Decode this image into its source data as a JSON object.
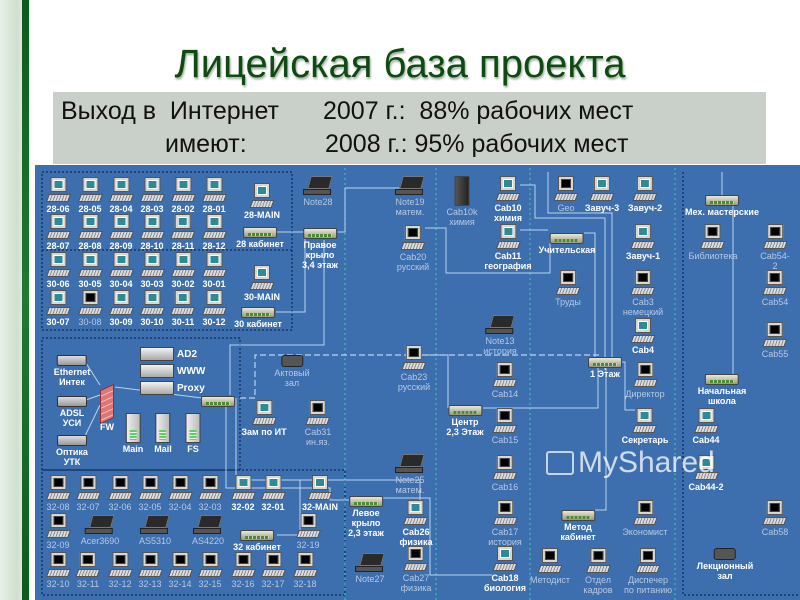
{
  "title": "Лицейская база проекта",
  "subtitle": {
    "line1_left": "Выход в  Интернет",
    "line1_right": "2007 г.:  88% рабочих мест",
    "line2_left": "имеют:",
    "line2_right": "2008 г.: 95% рабочих мест"
  },
  "colors": {
    "title": "#0f4a12",
    "diagram_bg": "#3d6fae",
    "panel_bg": "#c9cfc9",
    "strip": "#1f7a30"
  },
  "watermark": "MyShared",
  "nodes": [
    {
      "label": "28-06",
      "icon": "pc",
      "status": "on"
    },
    {
      "label": "28-05",
      "icon": "pc",
      "status": "on"
    },
    {
      "label": "28-04",
      "icon": "pc",
      "status": "on"
    },
    {
      "label": "28-03",
      "icon": "pc",
      "status": "on"
    },
    {
      "label": "28-02",
      "icon": "pc",
      "status": "on"
    },
    {
      "label": "28-01",
      "icon": "pc",
      "status": "on"
    },
    {
      "label": "28-07",
      "icon": "pc",
      "status": "on"
    },
    {
      "label": "28-08",
      "icon": "pc",
      "status": "on"
    },
    {
      "label": "28-09",
      "icon": "pc",
      "status": "on"
    },
    {
      "label": "28-10",
      "icon": "pc",
      "status": "on"
    },
    {
      "label": "28-11",
      "icon": "pc",
      "status": "on"
    },
    {
      "label": "28-12",
      "icon": "pc",
      "status": "on"
    },
    {
      "label": "30-06",
      "icon": "pc",
      "status": "on"
    },
    {
      "label": "30-05",
      "icon": "pc",
      "status": "on"
    },
    {
      "label": "30-04",
      "icon": "pc",
      "status": "on"
    },
    {
      "label": "30-03",
      "icon": "pc",
      "status": "on"
    },
    {
      "label": "30-02",
      "icon": "pc",
      "status": "on"
    },
    {
      "label": "30-01",
      "icon": "pc",
      "status": "on"
    },
    {
      "label": "30-07",
      "icon": "pc",
      "status": "on"
    },
    {
      "label": "30-08",
      "icon": "pc",
      "status": "off"
    },
    {
      "label": "30-09",
      "icon": "pc",
      "status": "on"
    },
    {
      "label": "30-10",
      "icon": "pc",
      "status": "on"
    },
    {
      "label": "30-11",
      "icon": "pc",
      "status": "on"
    },
    {
      "label": "30-12",
      "icon": "pc",
      "status": "on"
    },
    {
      "label": "28-MAIN",
      "icon": "pc",
      "status": "on"
    },
    {
      "label": "28 кабинет",
      "icon": "hub",
      "status": "on"
    },
    {
      "label": "30-MAIN",
      "icon": "pc",
      "status": "on"
    },
    {
      "label": "30 кабинет",
      "icon": "hub",
      "status": "on"
    },
    {
      "label": "Note28",
      "icon": "laptop",
      "status": "off"
    },
    {
      "label": "Правое\nкрыло\n3,4 этаж",
      "icon": "hub",
      "status": "on"
    },
    {
      "label": "Note19\nматем.",
      "icon": "laptop",
      "status": "off"
    },
    {
      "label": "Cab20\nрусский",
      "icon": "pc",
      "status": "off"
    },
    {
      "label": "Cab10k\nхимия",
      "icon": "tower-dark",
      "status": "off"
    },
    {
      "label": "Cab10\nхимия",
      "icon": "pc",
      "status": "on"
    },
    {
      "label": "Cab11\nгеография",
      "icon": "pc",
      "status": "on"
    },
    {
      "label": "Учительская",
      "icon": "hub",
      "status": "on"
    },
    {
      "label": "Труды",
      "icon": "pc",
      "status": "off"
    },
    {
      "label": "Geo",
      "icon": "pc",
      "status": "off"
    },
    {
      "label": "Завуч-3",
      "icon": "pc",
      "status": "on"
    },
    {
      "label": "Завуч-2",
      "icon": "pc",
      "status": "on"
    },
    {
      "label": "Завуч-1",
      "icon": "pc",
      "status": "on"
    },
    {
      "label": "Cab3\nнемецкий",
      "icon": "pc",
      "status": "off"
    },
    {
      "label": "Cab4",
      "icon": "pc",
      "status": "on"
    },
    {
      "label": "Мех. мастерские",
      "icon": "hub",
      "status": "on"
    },
    {
      "label": "Библиотека",
      "icon": "pc",
      "status": "off"
    },
    {
      "label": "Cab54-2",
      "icon": "pc",
      "status": "off"
    },
    {
      "label": "Cab54",
      "icon": "pc",
      "status": "off"
    },
    {
      "label": "Cab55",
      "icon": "pc",
      "status": "off"
    },
    {
      "label": "Note13\nистория",
      "icon": "laptop",
      "status": "off"
    },
    {
      "label": "Cab23\nрусский",
      "icon": "pc",
      "status": "off"
    },
    {
      "label": "Cab14",
      "icon": "pc",
      "status": "off"
    },
    {
      "label": "1 Этаж",
      "icon": "hub",
      "status": "on"
    },
    {
      "label": "Директор",
      "icon": "pc",
      "status": "off"
    },
    {
      "label": "Секретарь",
      "icon": "pc",
      "status": "on"
    },
    {
      "label": "Центр\n2,3 Этаж",
      "icon": "hub",
      "status": "on"
    },
    {
      "label": "Cab15",
      "icon": "pc",
      "status": "off"
    },
    {
      "label": "Начальная\nшкола",
      "icon": "hub",
      "status": "on"
    },
    {
      "label": "Cab44",
      "icon": "pc",
      "status": "on"
    },
    {
      "label": "Cab44-2",
      "icon": "pc",
      "status": "on"
    },
    {
      "label": "Note25\nматем.",
      "icon": "laptop",
      "status": "off"
    },
    {
      "label": "Cab16",
      "icon": "pc",
      "status": "off"
    },
    {
      "label": "Левое\nкрыло\n2,3 этаж",
      "icon": "hub",
      "status": "on"
    },
    {
      "label": "Cab26\nфизика",
      "icon": "pc",
      "status": "on"
    },
    {
      "label": "Cab17\nистория",
      "icon": "pc",
      "status": "off"
    },
    {
      "label": "Метод\nкабинет",
      "icon": "hub",
      "status": "on"
    },
    {
      "label": "Экономист",
      "icon": "pc",
      "status": "off"
    },
    {
      "label": "Cab58",
      "icon": "pc",
      "status": "off"
    },
    {
      "label": "Note27",
      "icon": "laptop",
      "status": "off"
    },
    {
      "label": "Cab27\nфизика",
      "icon": "pc",
      "status": "off"
    },
    {
      "label": "Cab18\nбиология",
      "icon": "pc",
      "status": "on"
    },
    {
      "label": "Методист",
      "icon": "pc",
      "status": "off"
    },
    {
      "label": "Отдел\nкадров",
      "icon": "pc",
      "status": "off"
    },
    {
      "label": "Диспечер\nпо питанию",
      "icon": "pc",
      "status": "off"
    },
    {
      "label": "Лекционный\nзал",
      "icon": "projector",
      "status": "on"
    },
    {
      "label": "Ethernet\nИнтек",
      "icon": "modem",
      "status": "on"
    },
    {
      "label": "ADSL\nУСИ",
      "icon": "modem",
      "status": "on"
    },
    {
      "label": "Оптика\nУТК",
      "icon": "modem",
      "status": "on"
    },
    {
      "label": "FW",
      "icon": "firewall",
      "status": "on"
    },
    {
      "label": "AD2",
      "icon": "rack",
      "status": "on"
    },
    {
      "label": "WWW",
      "icon": "rack",
      "status": "on"
    },
    {
      "label": "Proxy",
      "icon": "rack",
      "status": "on"
    },
    {
      "label": "Main",
      "icon": "tower",
      "status": "on"
    },
    {
      "label": "Mail",
      "icon": "tower",
      "status": "on"
    },
    {
      "label": "FS",
      "icon": "tower",
      "status": "on"
    },
    {
      "label": "",
      "icon": "hub",
      "status": "on"
    },
    {
      "label": "Актовый\nзал",
      "icon": "projector",
      "status": "off"
    },
    {
      "label": "Зам по ИТ",
      "icon": "pc",
      "status": "on"
    },
    {
      "label": "Cab31\nин.яз.",
      "icon": "pc",
      "status": "off"
    },
    {
      "label": "32-08",
      "icon": "pc",
      "status": "off"
    },
    {
      "label": "32-07",
      "icon": "pc",
      "status": "off"
    },
    {
      "label": "32-06",
      "icon": "pc",
      "status": "off"
    },
    {
      "label": "32-05",
      "icon": "pc",
      "status": "off"
    },
    {
      "label": "32-04",
      "icon": "pc",
      "status": "off"
    },
    {
      "label": "32-03",
      "icon": "pc",
      "status": "off"
    },
    {
      "label": "32-02",
      "icon": "pc",
      "status": "on"
    },
    {
      "label": "32-01",
      "icon": "pc",
      "status": "on"
    },
    {
      "label": "32-MAIN",
      "icon": "pc",
      "status": "on"
    },
    {
      "label": "32-09",
      "icon": "pc",
      "status": "off"
    },
    {
      "label": "Acer3690",
      "icon": "laptop",
      "status": "off"
    },
    {
      "label": "AS5310",
      "icon": "laptop",
      "status": "off"
    },
    {
      "label": "AS4220",
      "icon": "laptop",
      "status": "off"
    },
    {
      "label": "32 кабинет",
      "icon": "hub",
      "status": "on"
    },
    {
      "label": "32-19",
      "icon": "pc",
      "status": "off"
    },
    {
      "label": "32-10",
      "icon": "pc",
      "status": "off"
    },
    {
      "label": "32-11",
      "icon": "pc",
      "status": "off"
    },
    {
      "label": "32-12",
      "icon": "pc",
      "status": "off"
    },
    {
      "label": "32-13",
      "icon": "pc",
      "status": "off"
    },
    {
      "label": "32-14",
      "icon": "pc",
      "status": "off"
    },
    {
      "label": "32-15",
      "icon": "pc",
      "status": "off"
    },
    {
      "label": "32-16",
      "icon": "pc",
      "status": "off"
    },
    {
      "label": "32-17",
      "icon": "pc",
      "status": "off"
    },
    {
      "label": "32-18",
      "icon": "pc",
      "status": "off"
    }
  ]
}
